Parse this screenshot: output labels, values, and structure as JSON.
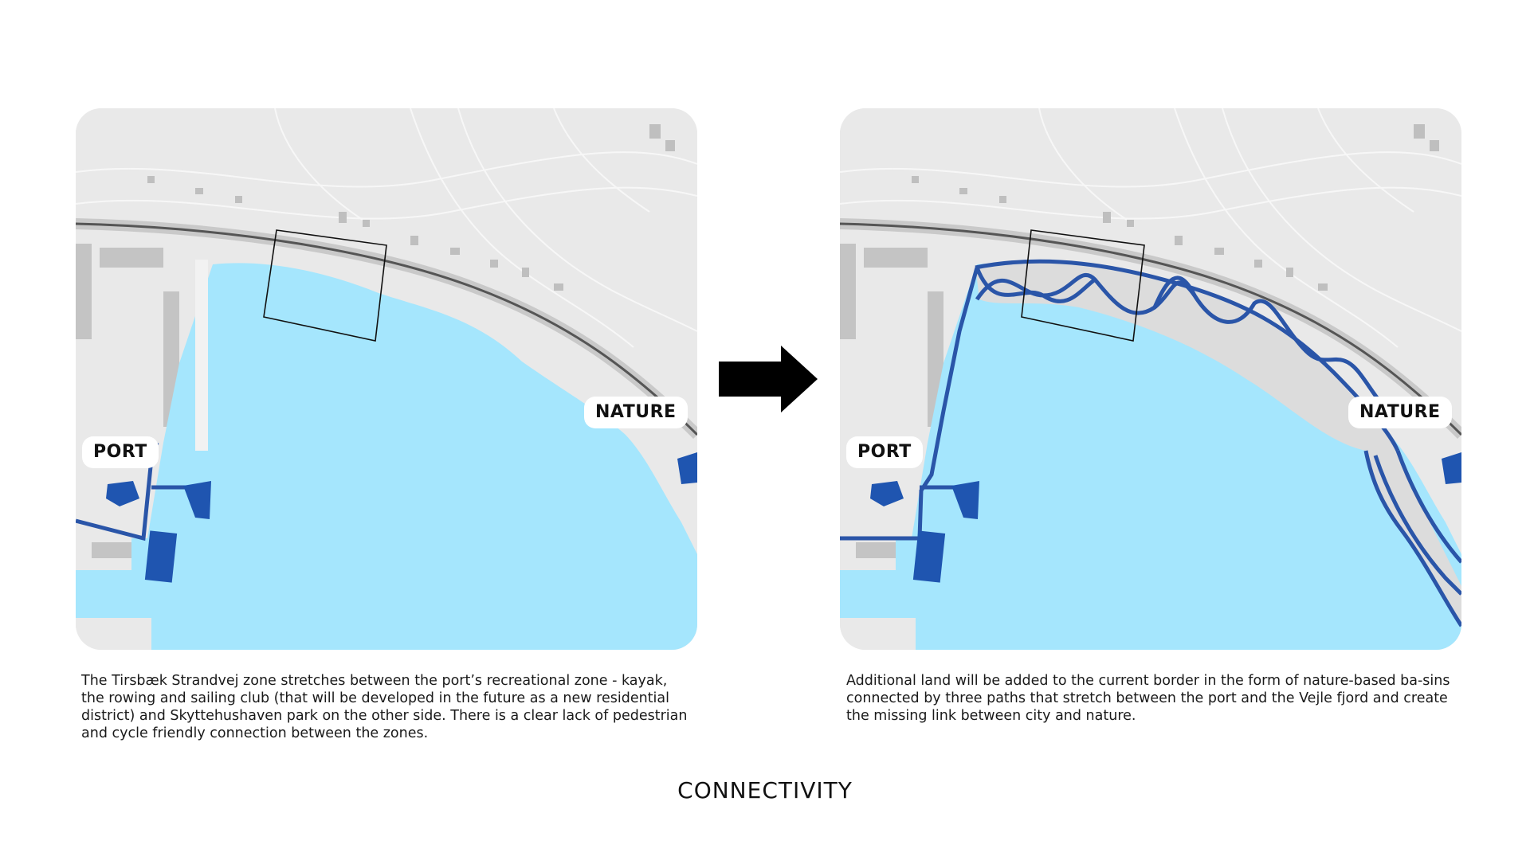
{
  "title": "CONNECTIVITY",
  "colors": {
    "water": "#a5e6fd",
    "land": "#e9e9e9",
    "path": "#2a55a8",
    "building": "#1f55b0",
    "basin": "#dcdcdc"
  },
  "panels": [
    {
      "labels": {
        "port": "PORT",
        "nature": "NATURE"
      },
      "caption": "The Tirsbæk Strandvej zone stretches between the port’s recreational zone - kayak, the rowing and sailing club (that will be developed in the future as a new residential district) and Skyttehushaven park on the other side. There is a clear lack of pedestrian and cycle friendly connection between the zones."
    },
    {
      "labels": {
        "port": "PORT",
        "nature": "NATURE"
      },
      "caption": "Additional land will be added to the current border in the form of nature-based ba-sins connected by three paths that stretch between the port and the Vejle fjord and create the missing link between city and nature."
    }
  ],
  "arrow_icon": "right-arrow-icon"
}
